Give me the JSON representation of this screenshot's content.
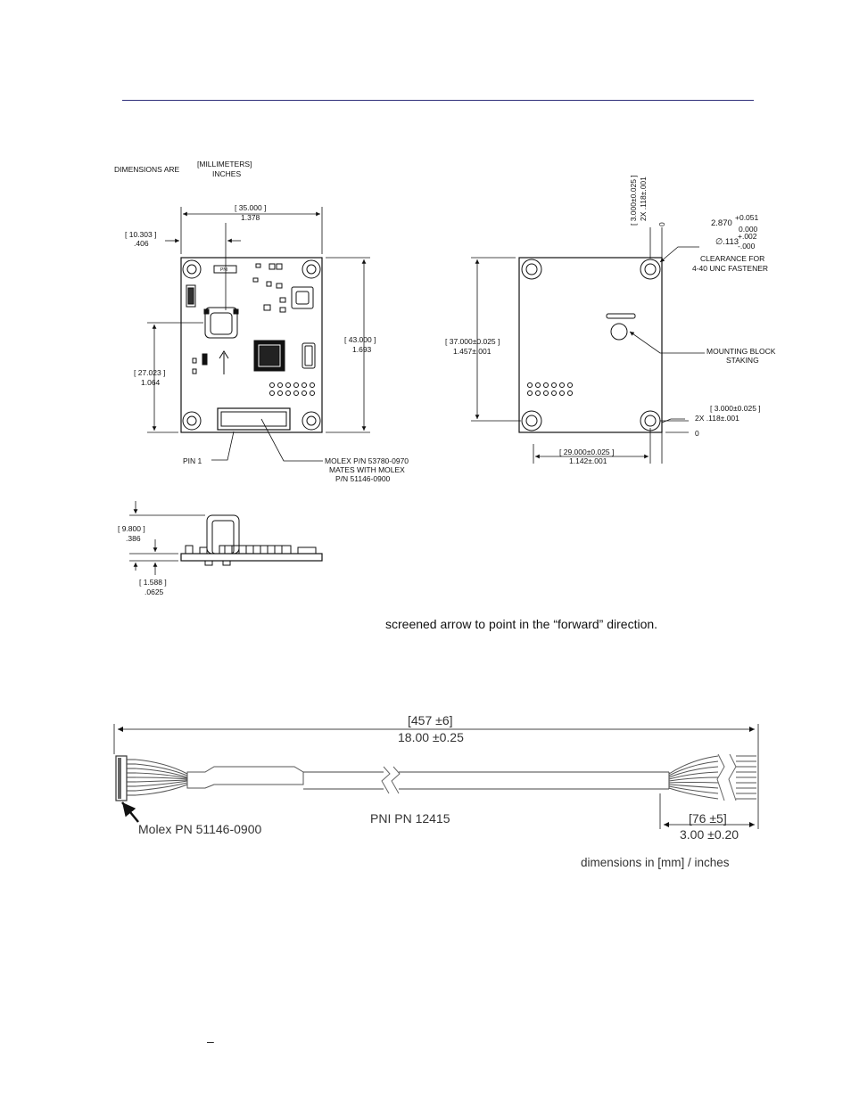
{
  "header_rule": "",
  "board_front": {
    "dim_note_prefix": "DIMENSIONS ARE",
    "dim_note_mm": "[MILLIMETERS]",
    "dim_note_in": "INCHES",
    "width_mm": "[ 35.000 ]",
    "width_in": "1.378",
    "offset_mm": "[ 10.303 ]",
    "offset_in": ".406",
    "height_mm": "[ 43.000 ]",
    "height_in": "1.693",
    "sub_height_mm": "[ 27.023 ]",
    "sub_height_in": "1.064",
    "pin1": "PIN 1",
    "molex_1": "MOLEX P/N 53780-0970",
    "molex_2": "MATES WITH MOLEX",
    "molex_3": "P/N 51146-0900",
    "chip_label": "PNI"
  },
  "board_back": {
    "top_dim_mm": "[ 3.000±0.025 ]",
    "top_dim_in": "2X .118±.001",
    "zero_top": "0",
    "hole_dim_1": "2.870",
    "hole_tol_plus": "+0.051",
    "hole_tol_minus": "0.000",
    "hole_dim_2": "∅.113",
    "hole_tol_plus_in": "+.002",
    "hole_tol_minus_in": "-.000",
    "clearance_1": "CLEARANCE FOR",
    "clearance_2": "4-40 UNC FASTENER",
    "height_mm": "[ 37.000±0.025 ]",
    "height_in": "1.457±.001",
    "mounting_1": "MOUNTING BLOCK",
    "mounting_2": "STAKING",
    "right_dim_mm": "[ 3.000±0.025 ]",
    "right_dim_in": "2X .118±.001",
    "zero_right": "0",
    "bottom_dim_mm": "[ 29.000±0.025 ]",
    "bottom_dim_in": "1.142±.001"
  },
  "side_view": {
    "height_mm": "[ 9.800 ]",
    "height_in": ".386",
    "thick_mm": "[ 1.588 ]",
    "thick_in": ".0625"
  },
  "body_text": "screened arrow to point in the “forward” direction.",
  "cable": {
    "length_mm": "[457 ±6]",
    "length_in": "18.00 ±0.25",
    "connector_label": "Molex PN 51146-0900",
    "part_label": "PNI PN 12415",
    "end_mm": "[76 ±5]",
    "end_in": "3.00 ±0.20",
    "units_note": "dimensions in [mm] / inches"
  },
  "footer_dash": "–"
}
